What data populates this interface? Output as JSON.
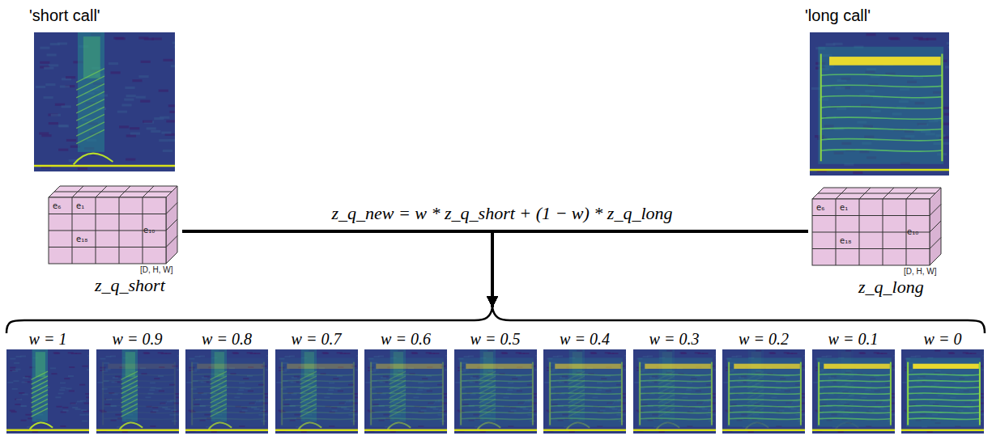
{
  "diagram": {
    "nodes": [
      {
        "text": [
          "'short call'"
        ]
      },
      {
        "text": [
          "'long call'"
        ]
      },
      {
        "text": [
          "e₆",
          "e₁",
          "e₁₈",
          "e₁₀",
          "[D, H, W]",
          "z_q_short"
        ]
      },
      {
        "text": [
          "e₆",
          "e₁",
          "e₁₈",
          "e₁₀",
          "[D, H, W]",
          "z_q_long"
        ]
      },
      {
        "text": [
          "w = 1"
        ]
      },
      {
        "text": [
          "w = 0.9"
        ]
      },
      {
        "text": [
          "w = 0.8"
        ]
      },
      {
        "text": [
          "w = 0.7"
        ]
      },
      {
        "text": [
          "w = 0.6"
        ]
      },
      {
        "text": [
          "w = 0.5"
        ]
      },
      {
        "text": [
          "w = 0.4"
        ]
      },
      {
        "text": [
          "w = 0.3"
        ]
      },
      {
        "text": [
          "w = 0.2"
        ]
      },
      {
        "text": [
          "w = 0.1"
        ]
      },
      {
        "text": [
          "w = 0"
        ]
      }
    ],
    "edges": [
      {
        "from": 2,
        "to": 4,
        "arrow": "to"
      },
      {
        "from": 2,
        "to": 5,
        "arrow": "to"
      },
      {
        "from": 2,
        "to": 6,
        "arrow": "to"
      },
      {
        "from": 2,
        "to": 7,
        "arrow": "to"
      },
      {
        "from": 2,
        "to": 8,
        "arrow": "to"
      },
      {
        "from": 2,
        "to": 9,
        "arrow": "to"
      },
      {
        "from": 2,
        "to": 10,
        "arrow": "to"
      },
      {
        "from": 2,
        "to": 11,
        "arrow": "to"
      },
      {
        "from": 2,
        "to": 12,
        "arrow": "to"
      },
      {
        "from": 2,
        "to": 13,
        "arrow": "to"
      },
      {
        "from": 2,
        "to": 14,
        "arrow": "to"
      },
      {
        "from": 3,
        "to": 4,
        "arrow": "to"
      },
      {
        "from": 3,
        "to": 5,
        "arrow": "to"
      },
      {
        "from": 3,
        "to": 6,
        "arrow": "to"
      },
      {
        "from": 3,
        "to": 7,
        "arrow": "to"
      },
      {
        "from": 3,
        "to": 8,
        "arrow": "to"
      },
      {
        "from": 3,
        "to": 9,
        "arrow": "to"
      },
      {
        "from": 3,
        "to": 10,
        "arrow": "to"
      },
      {
        "from": 3,
        "to": 11,
        "arrow": "to"
      },
      {
        "from": 3,
        "to": 12,
        "arrow": "to"
      },
      {
        "from": 3,
        "to": 13,
        "arrow": "to"
      },
      {
        "from": 3,
        "to": 14,
        "arrow": "to"
      }
    ],
    "labels": [
      "z_q_new = w * z_q_short + (1 − w) * z_q_long"
    ]
  }
}
